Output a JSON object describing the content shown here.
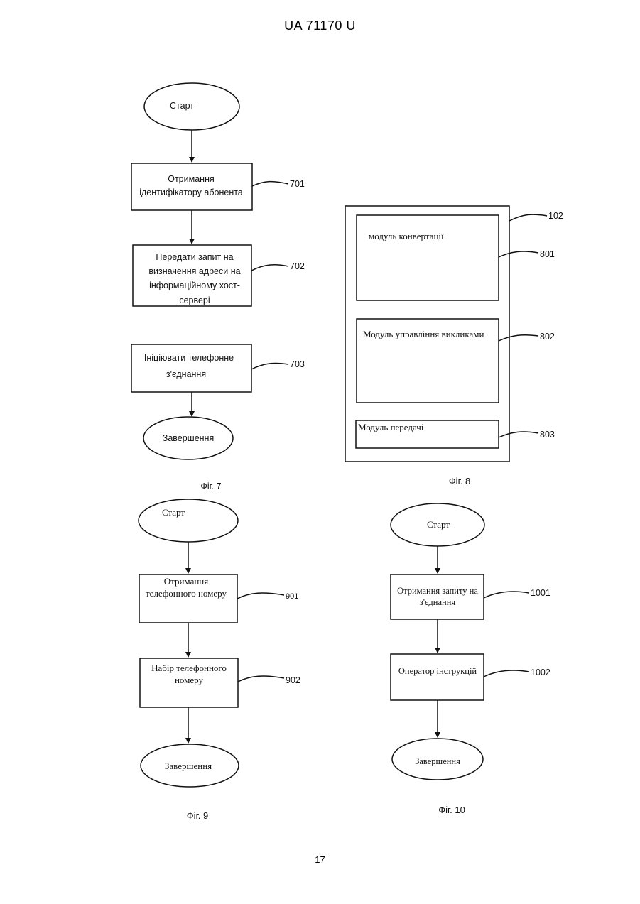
{
  "header": {
    "patent_number": "UA   71170   U"
  },
  "page_number": "17",
  "fig7": {
    "caption": "Фіг. 7",
    "start": "Старт",
    "step1": {
      "line1": "Отримання",
      "line2": "ідентифікатору абонента",
      "ref": "701"
    },
    "step2": {
      "line1": "Передати запит на",
      "line2": "визначення адреси на",
      "line3": "інформаційному хост-",
      "line4": "сервері",
      "ref": "702"
    },
    "step3": {
      "line1": "Ініціювати телефонне",
      "line2": "з'єднання",
      "ref": "703"
    },
    "end": "Завершення"
  },
  "fig8": {
    "caption": "Фіг. 8",
    "outer_ref": "102",
    "module1": {
      "label": "модуль конвертації",
      "ref": "801"
    },
    "module2": {
      "label": "Модуль управління викликами",
      "ref": "802"
    },
    "module3": {
      "label": "Модуль передачі",
      "ref": "803"
    }
  },
  "fig9": {
    "caption": "Фіг. 9",
    "start": "Старт",
    "step1": {
      "line1": "Отримання",
      "line2": "телефонного номеру",
      "ref": "901"
    },
    "step2": {
      "line1": "Набір телефонного",
      "line2": "номеру",
      "ref": "902"
    },
    "end": "Завершення"
  },
  "fig10": {
    "caption": "Фіг. 10",
    "start": "Старт",
    "step1": {
      "line1": "Отримання запиту на",
      "line2": "з'єднання",
      "ref": "1001"
    },
    "step2": {
      "line1": "Оператор інструкцій",
      "ref": "1002"
    },
    "end": "Завершення"
  }
}
